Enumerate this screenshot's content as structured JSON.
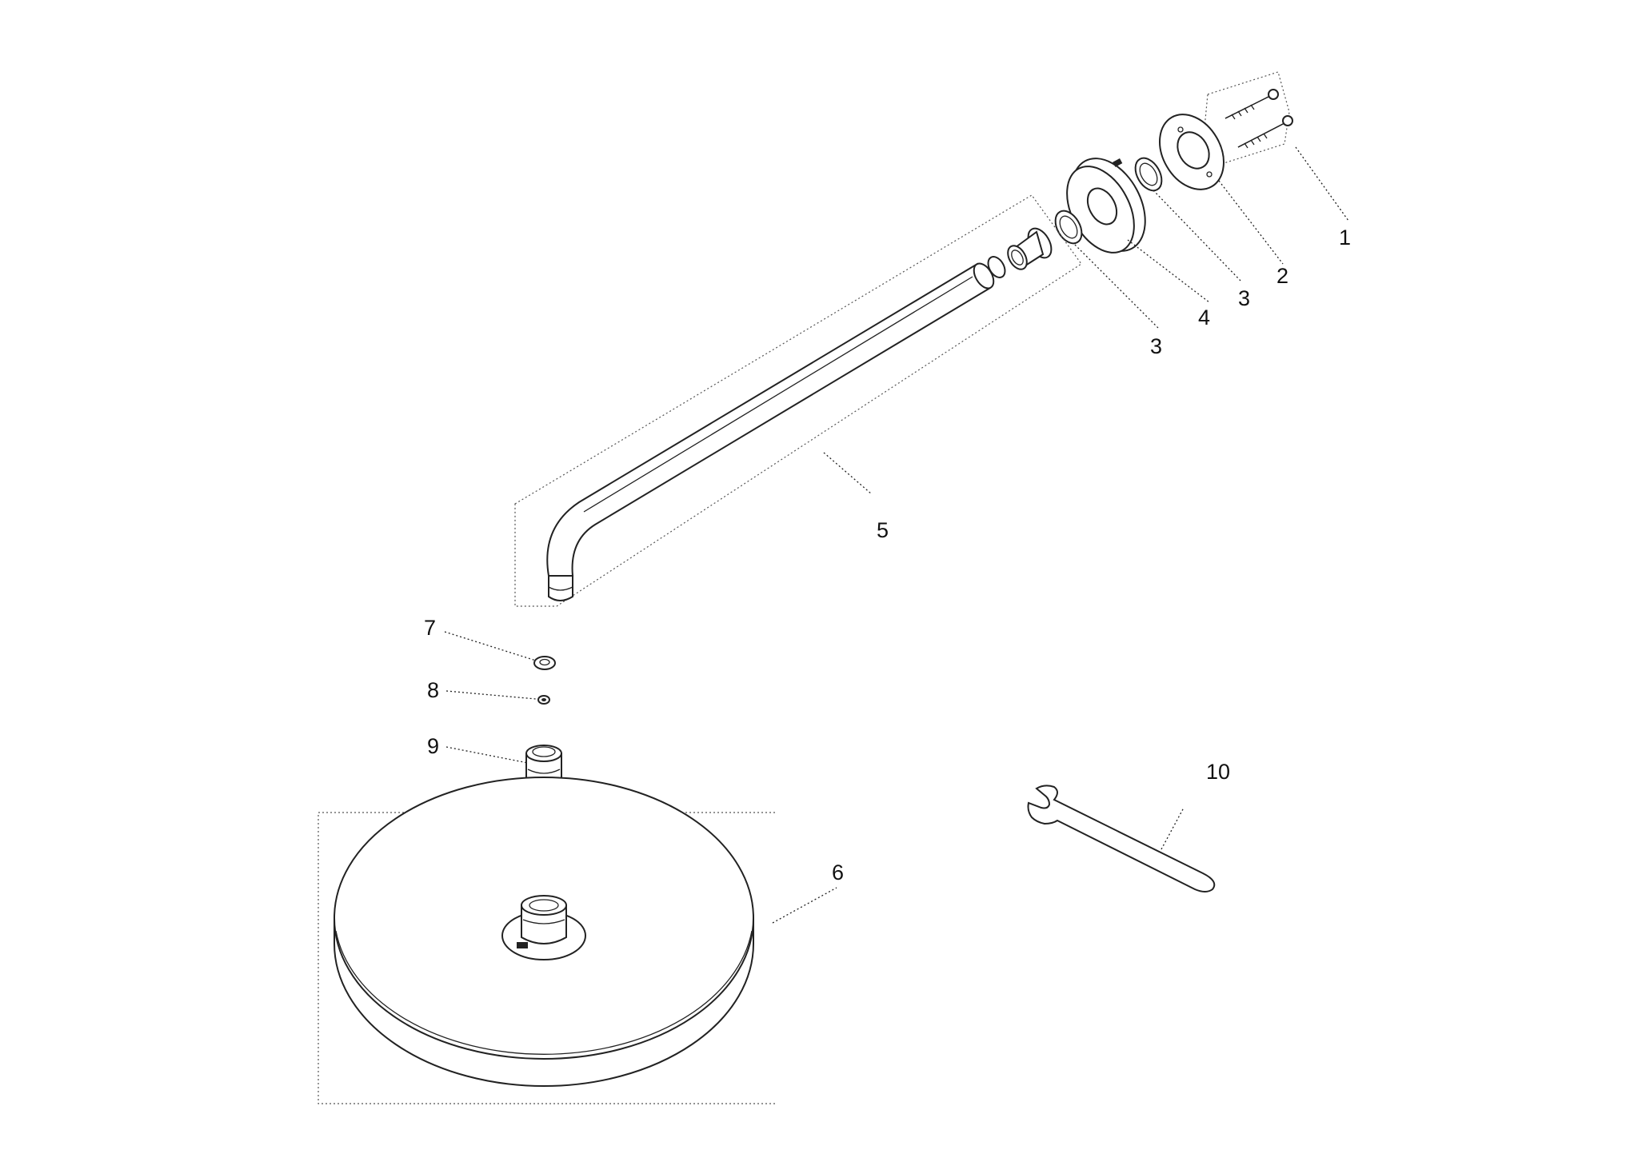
{
  "diagram": {
    "callouts": {
      "c1": "1",
      "c2": "2",
      "c3a": "3",
      "c4": "4",
      "c3b": "3",
      "c5": "5",
      "c6": "6",
      "c7": "7",
      "c8": "8",
      "c9": "9",
      "c10": "10"
    }
  }
}
